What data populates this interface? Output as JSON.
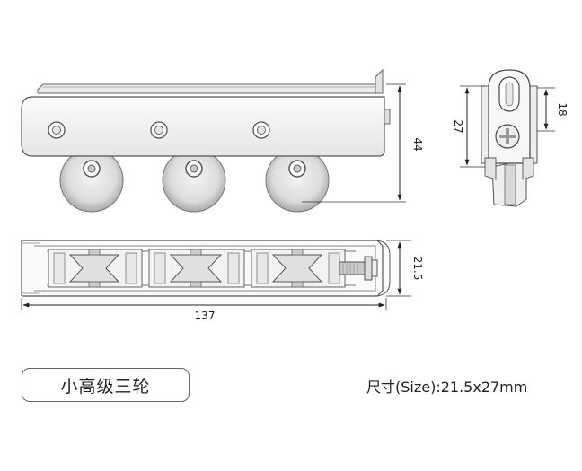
{
  "dimensions": {
    "height": "44",
    "total_length": "137",
    "width": "21.5",
    "side_height": "27",
    "slot_height": "18"
  },
  "product_name": "小高级三轮",
  "size_label": "尺寸(Size):21.5x27mm"
}
